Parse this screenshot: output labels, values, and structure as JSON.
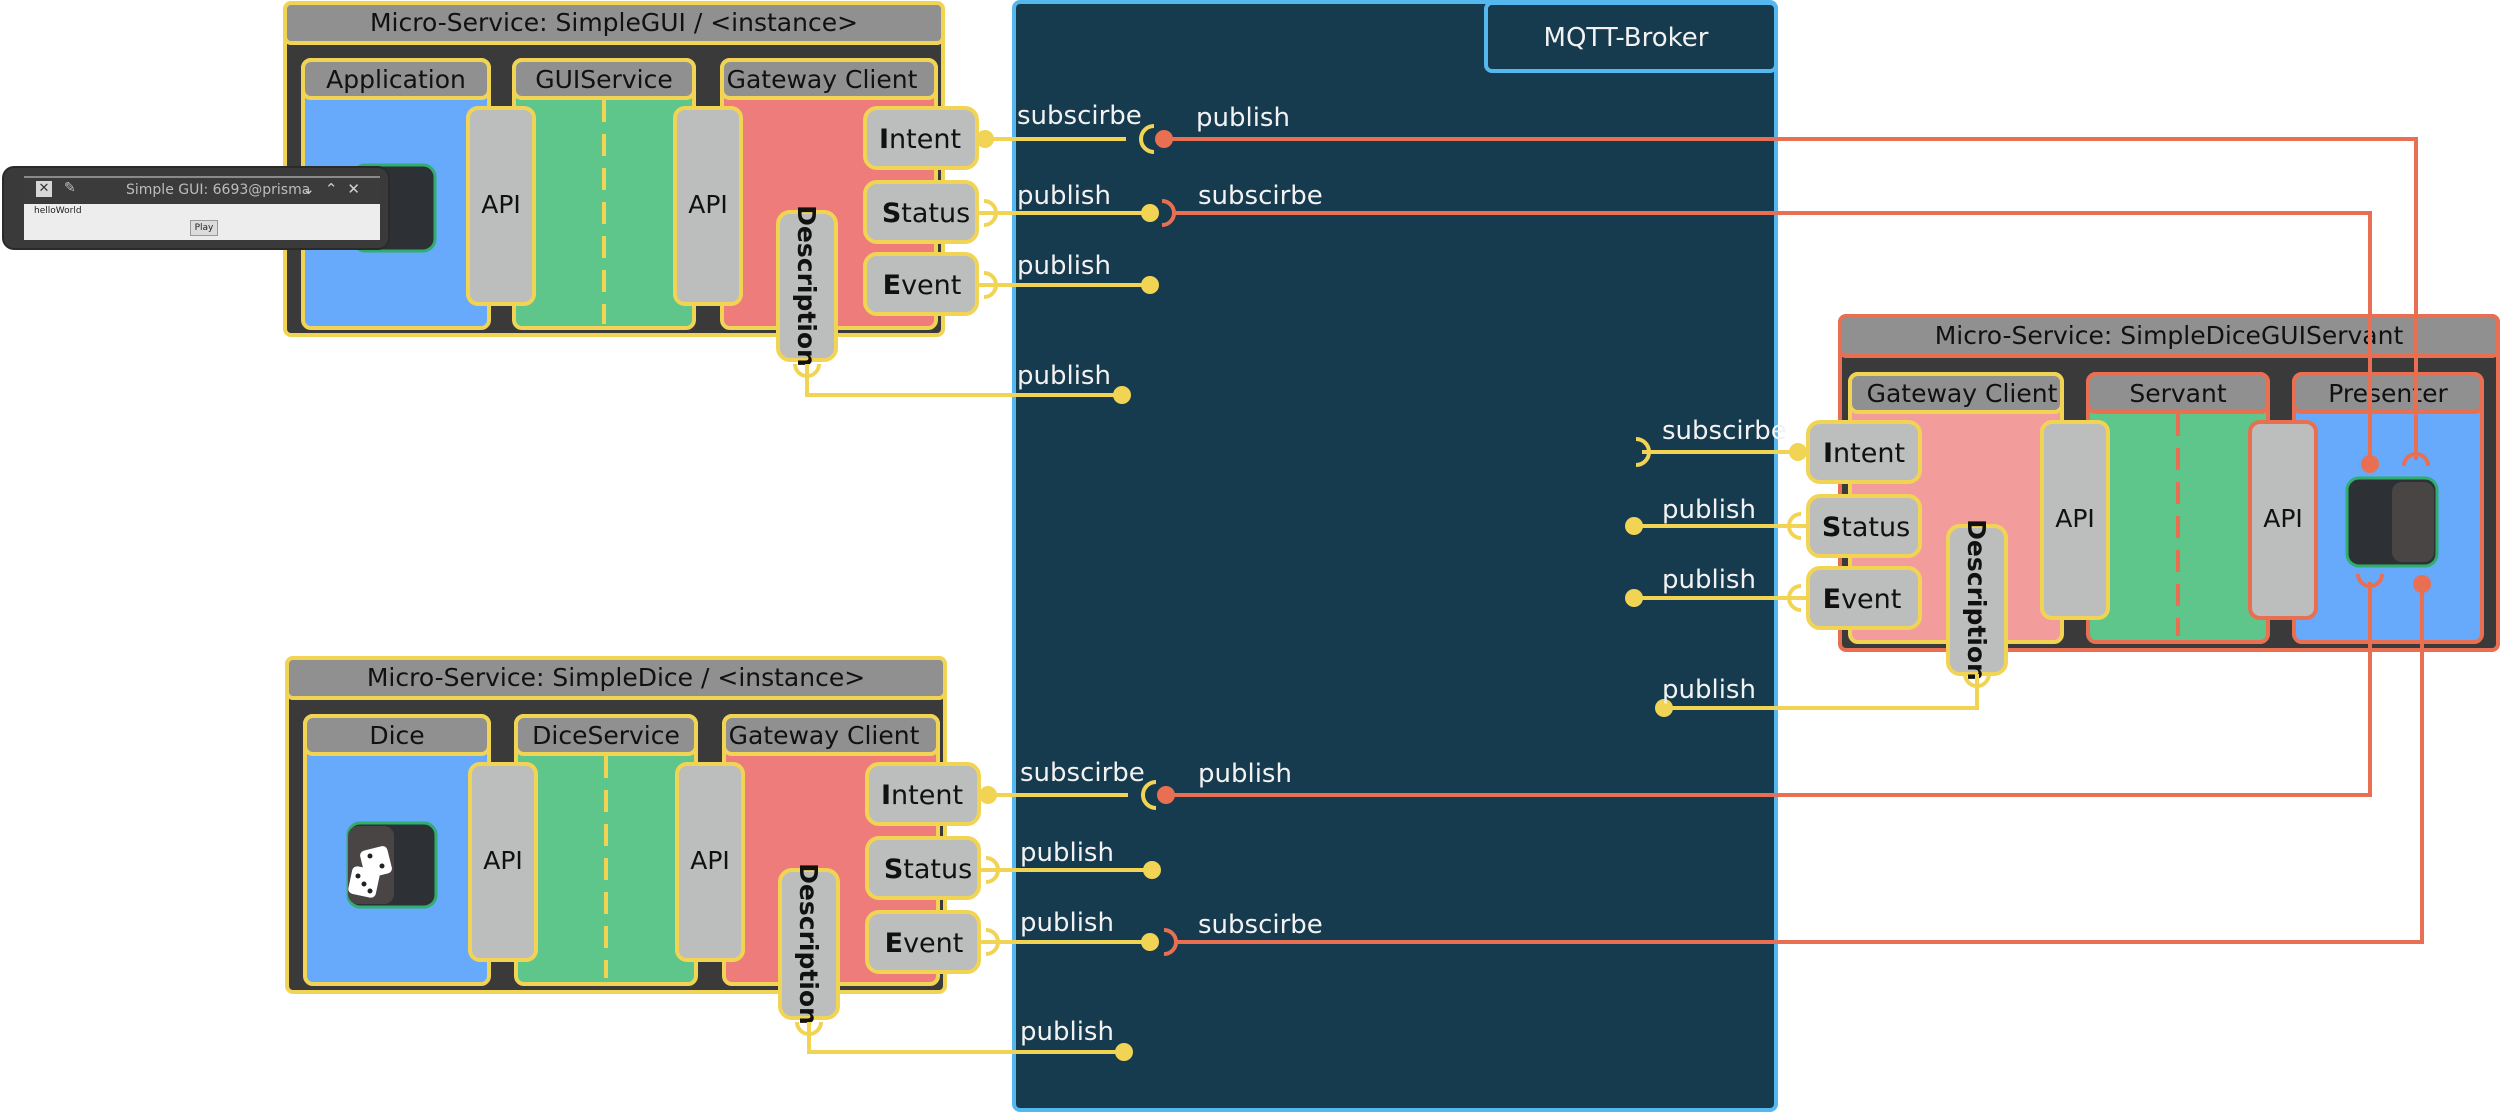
{
  "colors": {
    "broker_fill": "#163a4e",
    "broker_border": "#54b8ee",
    "service_frame": "#3a3a3a",
    "yellow": "#f2d454",
    "orange": "#e96f52",
    "title_bar": "#8f908f",
    "blue_block": "#67a9fb",
    "green_block": "#5ec68a",
    "red_block": "#ee7c7a",
    "pink_block": "#f29d9b",
    "api_block": "#bcbdbd"
  },
  "broker": {
    "title": "MQTT-Broker"
  },
  "simple_gui": {
    "title": "Micro-Service: SimpleGUI / <instance>",
    "application": "Application",
    "service": "GUIService",
    "gateway": "Gateway Client",
    "api": "API",
    "description": "Description",
    "ports": {
      "intent": {
        "first": "I",
        "rest": "ntent"
      },
      "status": {
        "first": "S",
        "rest": "tatus"
      },
      "event": {
        "first": "E",
        "rest": "vent"
      }
    },
    "window": {
      "title": "Simple GUI: 6693@prisma",
      "text": "helloWorld",
      "button": "Play"
    }
  },
  "simple_dice": {
    "title": "Micro-Service: SimpleDice / <instance>",
    "application": "Dice",
    "service": "DiceService",
    "gateway": "Gateway Client",
    "api": "API",
    "description": "Description",
    "ports": {
      "intent": {
        "first": "I",
        "rest": "ntent"
      },
      "status": {
        "first": "S",
        "rest": "tatus"
      },
      "event": {
        "first": "E",
        "rest": "vent"
      }
    }
  },
  "servant": {
    "title": "Micro-Service: SimpleDiceGUIServant",
    "gateway": "Gateway Client",
    "service": "Servant",
    "presenter": "Presenter",
    "api": "API",
    "description": "Description",
    "ports": {
      "intent": {
        "first": "I",
        "rest": "ntent"
      },
      "status": {
        "first": "S",
        "rest": "tatus"
      },
      "event": {
        "first": "E",
        "rest": "vent"
      }
    }
  },
  "labels": {
    "subscribe": "subscirbe",
    "publish": "publish"
  }
}
